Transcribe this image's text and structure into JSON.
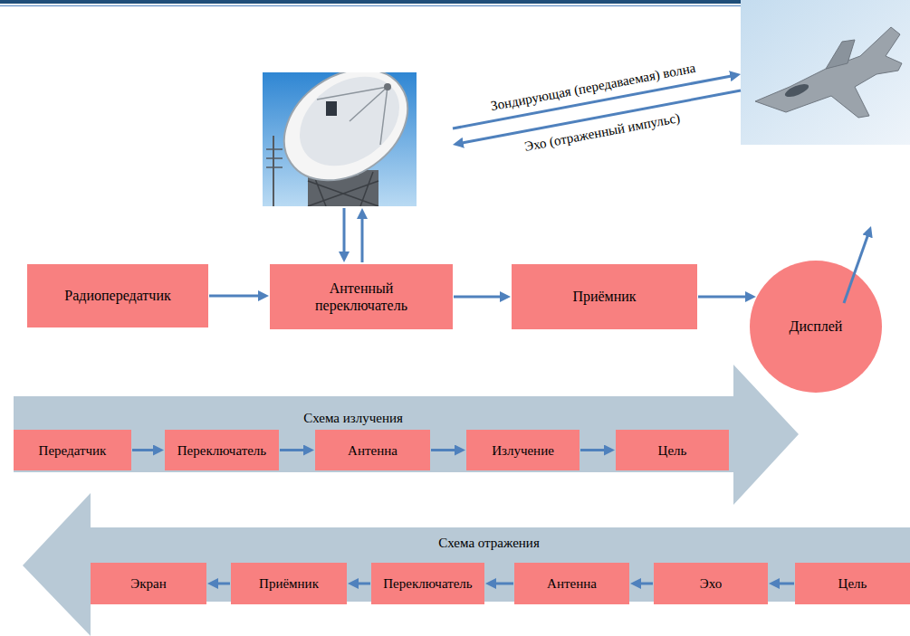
{
  "diagram": {
    "nodes": [
      {
        "text": [
          "Радиопередатчик"
        ]
      },
      {
        "text": [
          "Антенный переключатель"
        ]
      },
      {
        "text": [
          "Приёмник"
        ]
      },
      {
        "text": [
          "Дисплей"
        ]
      },
      {
        "text": [
          "Схема излучения"
        ]
      },
      {
        "text": [
          "Передатчик"
        ],
        "in": 4
      },
      {
        "text": [
          "Переключатель"
        ],
        "in": 4
      },
      {
        "text": [
          "Антенна"
        ],
        "in": 4
      },
      {
        "text": [
          "Излучение"
        ],
        "in": 4
      },
      {
        "text": [
          "Цель"
        ],
        "in": 4
      },
      {
        "text": [
          "Схема отражения"
        ]
      },
      {
        "text": [
          "Экран"
        ],
        "in": 10
      },
      {
        "text": [
          "Приёмник"
        ],
        "in": 10
      },
      {
        "text": [
          "Переключатель"
        ],
        "in": 10
      },
      {
        "text": [
          "Антенна"
        ],
        "in": 10
      },
      {
        "text": [
          "Эхо"
        ],
        "in": 10
      },
      {
        "text": [
          "Цель"
        ],
        "in": 10
      }
    ],
    "edges": [
      {
        "from": 0,
        "to": 1,
        "arrow": "to"
      },
      {
        "from": 1,
        "to": 2,
        "arrow": "to"
      },
      {
        "from": 2,
        "to": 3,
        "arrow": "to"
      },
      {
        "from": 5,
        "to": 6,
        "arrow": "to"
      },
      {
        "from": 6,
        "to": 7,
        "arrow": "to"
      },
      {
        "from": 7,
        "to": 8,
        "arrow": "to"
      },
      {
        "from": 8,
        "to": 9,
        "arrow": "to"
      },
      {
        "from": 16,
        "to": 15,
        "arrow": "to"
      },
      {
        "from": 15,
        "to": 14,
        "arrow": "to"
      },
      {
        "from": 14,
        "to": 13,
        "arrow": "to"
      },
      {
        "from": 13,
        "to": 12,
        "arrow": "to"
      },
      {
        "from": 12,
        "to": 11,
        "arrow": "to"
      }
    ],
    "labels": [
      "Зондирующая (передаваемая) волна",
      "Эхо (отраженный импульс)"
    ]
  }
}
